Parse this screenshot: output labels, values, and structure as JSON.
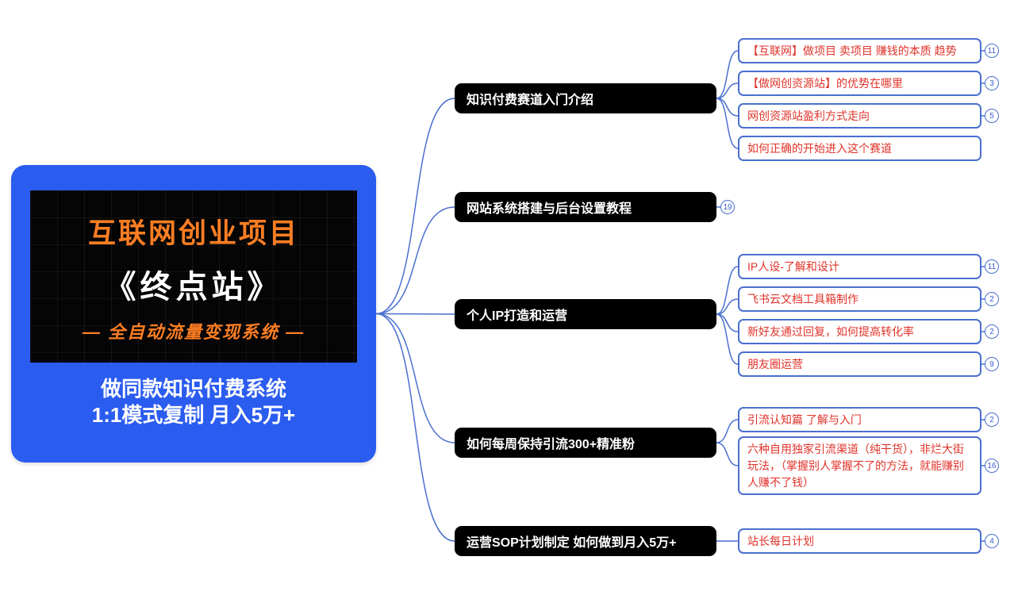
{
  "root": {
    "card_line1": "互联网创业项目",
    "card_line2": "《终点站》",
    "card_line3": "— 全自动流量变现系统 —",
    "sub_line1": "做同款知识付费系统",
    "sub_line2": "1:1模式复制  月入5万+"
  },
  "branches": [
    {
      "label": "知识付费赛道入门介绍",
      "badge": null,
      "children": [
        {
          "label": "【互联网】做项目 卖项目 赚钱的本质 趋势",
          "badge": "11"
        },
        {
          "label": "【做网创资源站】的优势在哪里",
          "badge": "3"
        },
        {
          "label": "网创资源站盈利方式走向",
          "badge": "5"
        },
        {
          "label": "如何正确的开始进入这个赛道",
          "badge": null
        }
      ]
    },
    {
      "label": "网站系统搭建与后台设置教程",
      "badge": "19",
      "children": []
    },
    {
      "label": "个人IP打造和运营",
      "badge": null,
      "children": [
        {
          "label": "IP人设-了解和设计",
          "badge": "11"
        },
        {
          "label": "飞书云文档工具箱制作",
          "badge": "2"
        },
        {
          "label": "新好友通过回复，如何提高转化率",
          "badge": "2"
        },
        {
          "label": "朋友圈运营",
          "badge": "9"
        }
      ]
    },
    {
      "label": "如何每周保持引流300+精准粉",
      "badge": null,
      "children": [
        {
          "label": "引流认知篇 了解与入门",
          "badge": "2"
        },
        {
          "label": "六种自用独家引流渠道（纯干货），非烂大街玩法，（掌握别人掌握不了的方法，就能赚别人赚不了钱）",
          "badge": "16"
        }
      ]
    },
    {
      "label": "运营SOP计划制定 如何做到月入5万+",
      "badge": null,
      "children": [
        {
          "label": "站长每日计划",
          "badge": "4"
        }
      ]
    }
  ],
  "colors": {
    "root_blue": "#2b5cf0",
    "line_blue": "#4a6fce",
    "topic_text_red": "#e0332a",
    "card_orange": "#ff7e23",
    "node_black": "#000000"
  }
}
